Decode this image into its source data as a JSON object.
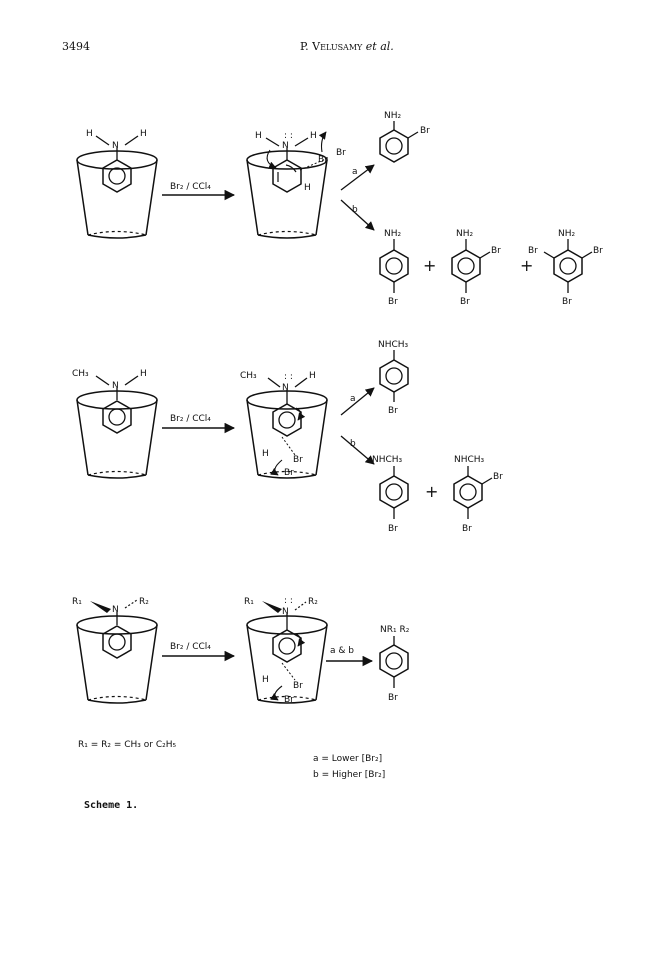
{
  "header": {
    "page_number": "3494",
    "author": "P. Velusamy",
    "et_al": "et al."
  },
  "scheme": {
    "row1": {
      "substrate_substituents": [
        "H",
        "N",
        "H"
      ],
      "reagent": "Br₂ / CCl₄",
      "path_a": "a",
      "path_b": "b",
      "ts_labels": [
        "H",
        "N",
        "H",
        "Br",
        "Br",
        "H"
      ],
      "product_a": {
        "top": "NH₂",
        "side": "Br"
      },
      "products_b": [
        {
          "top": "NH₂",
          "bottom": "Br"
        },
        {
          "top": "NH₂",
          "side": "Br",
          "bottom": "Br"
        },
        {
          "top": "NH₂",
          "left": "Br",
          "side": "Br",
          "bottom": "Br"
        }
      ],
      "plus": "+"
    },
    "row2": {
      "substrate_substituents": [
        "CH₃",
        "N",
        "H"
      ],
      "reagent": "Br₂ / CCl₄",
      "path_a": "a",
      "path_b": "b",
      "ts_labels": [
        "CH₃",
        "N",
        "H",
        "H",
        "Br",
        "Br"
      ],
      "product_a": {
        "top": "NHCH₃",
        "bottom": "Br"
      },
      "products_b": [
        {
          "top": "NHCH₃",
          "bottom": "Br"
        },
        {
          "top": "NHCH₃",
          "side": "Br",
          "bottom": "Br"
        }
      ],
      "plus": "+"
    },
    "row3": {
      "substrate_substituents": [
        "R₁",
        "N",
        "R₂"
      ],
      "reagent": "Br₂ / CCl₄",
      "path": "a & b",
      "ts_labels": [
        "R₁",
        "N",
        "R₂",
        "H",
        "Br",
        "Br"
      ],
      "product": {
        "top": "NR₁ R₂",
        "bottom": "Br"
      }
    },
    "definition": "R₁ = R₂ = CH₃ or C₂H₅",
    "legend": [
      "a = Lower [Br₂]",
      "b = Higher [Br₂]"
    ]
  },
  "caption": "Scheme 1."
}
